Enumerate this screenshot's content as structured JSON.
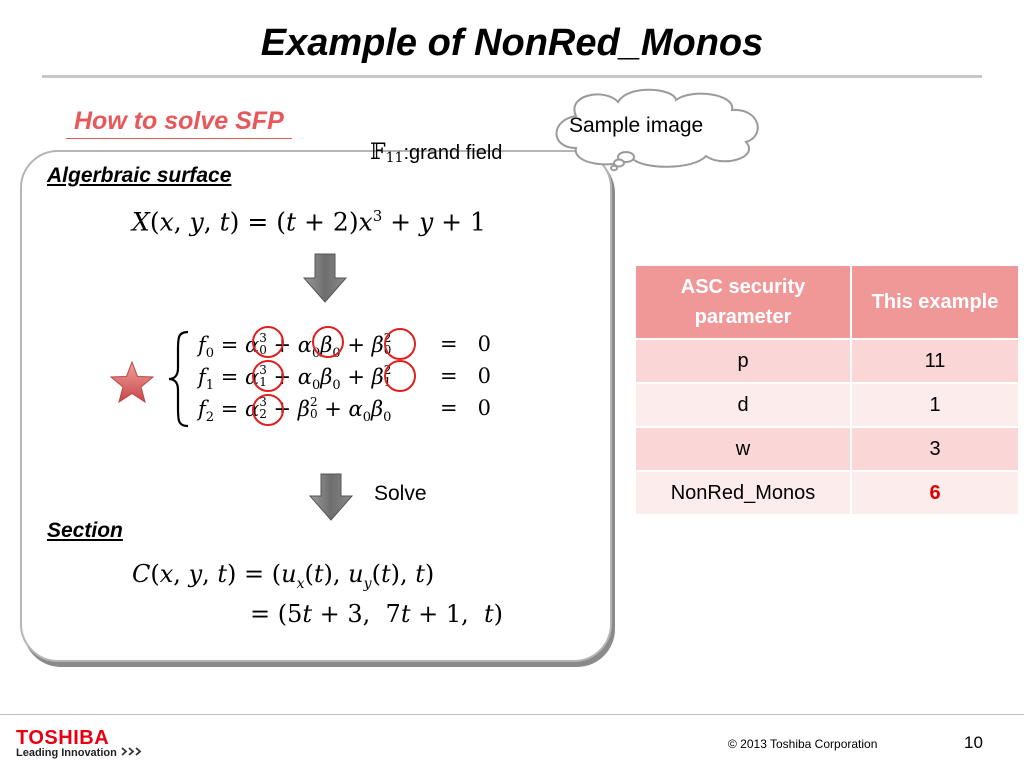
{
  "slide": {
    "title": "Example of NonRed_Monos",
    "how_to": "How to solve SFP",
    "surface_heading": "Algerbraic surface",
    "section_heading": "Section",
    "solve_label": "Solve",
    "field_label": ":grand field",
    "field_symbol": "𝔽",
    "field_subscript": "11",
    "cloud_label": "Sample image"
  },
  "equations": {
    "surface": "X(x, y, t) = (t + 2)x³ + y + 1",
    "system": [
      "f₀ = α₀³ + α₀β₀ + β₀² = 0",
      "f₁ = α₁³ + α₀β₀ + β₁² = 0",
      "f₂ = α₂³ + β₀² + α₀β₀ = 0"
    ],
    "section_line1": "C(x, y, t) = (uₓ(t), u_y(t), t)",
    "section_line2": "= (5t + 3, 7t + 1, t)"
  },
  "table": {
    "headers": [
      "ASC security parameter",
      "This example"
    ],
    "rows": [
      {
        "param": "p",
        "value": "11"
      },
      {
        "param": "d",
        "value": "1"
      },
      {
        "param": "w",
        "value": "3"
      },
      {
        "param": "NonRed_Monos",
        "value": "6"
      }
    ],
    "colors": {
      "header": "#f09898",
      "row_odd": "#fad6d6",
      "row_even": "#fcecec",
      "highlight": "#e00000"
    }
  },
  "footer": {
    "logo": "TOSHIBA",
    "tagline": "Leading Innovation",
    "copyright": "© 2013 Toshiba Corporation",
    "page": "10"
  },
  "icons": [
    "down-arrow-icon",
    "star-icon",
    "thought-cloud-icon",
    "chevron-icon"
  ]
}
